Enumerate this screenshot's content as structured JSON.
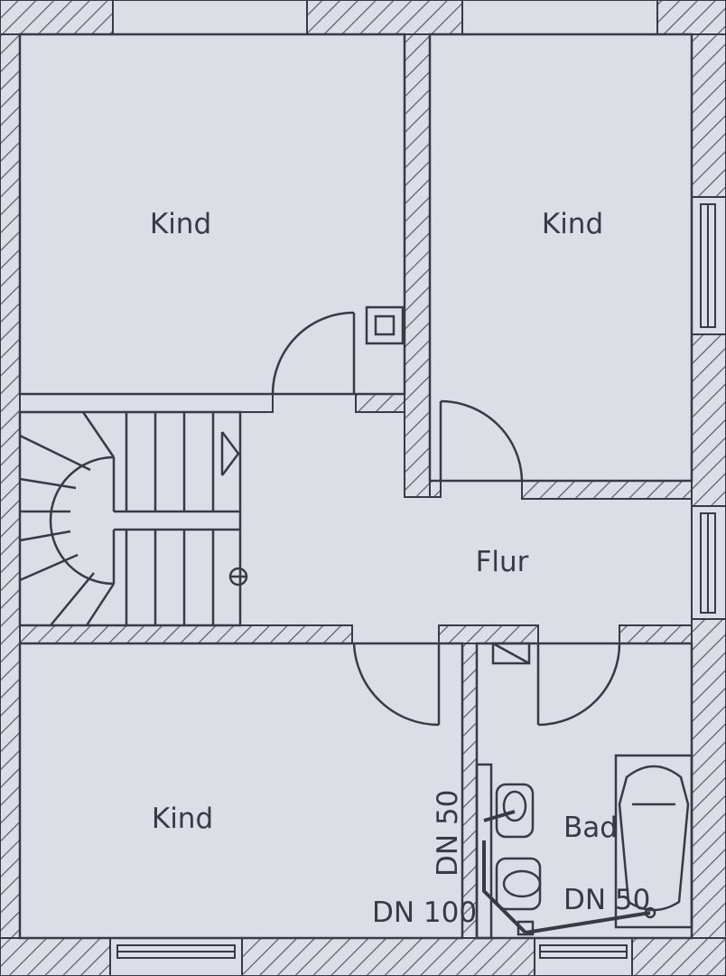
{
  "rooms": {
    "kind_top_left": "Kind",
    "kind_top_right": "Kind",
    "flur": "Flur",
    "kind_bottom": "Kind",
    "bad": "Bad"
  },
  "pipes": {
    "dn50_vertical": "DN 50",
    "dn100": "DN 100",
    "dn50_right": "DN 50"
  },
  "colors": {
    "paper": "#dcdde5",
    "line": "#3a3a44",
    "hatch": "#5a5a66"
  }
}
